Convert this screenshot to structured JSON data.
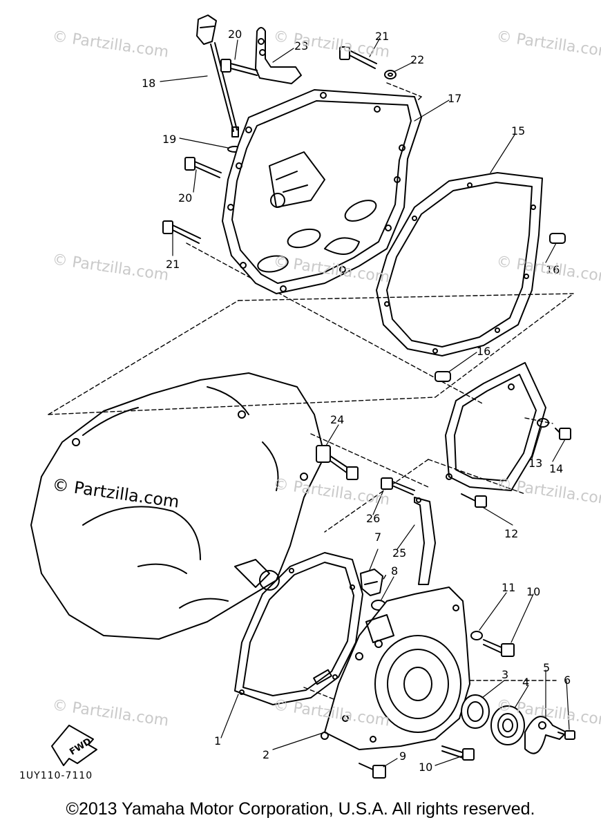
{
  "watermark": "© Partzilla.com",
  "diagram_code": "1UY110-7110",
  "fwd_label": "FWD",
  "copyright": "©2013 Yamaha Motor Corporation, U.S.A. All rights reserved.",
  "callouts": [
    "1",
    "2",
    "3",
    "4",
    "5",
    "6",
    "7",
    "8",
    "9",
    "10",
    "10",
    "11",
    "12",
    "13",
    "14",
    "15",
    "16",
    "16",
    "17",
    "18",
    "19",
    "20",
    "20",
    "21",
    "21",
    "22",
    "23",
    "24",
    "25",
    "26"
  ]
}
